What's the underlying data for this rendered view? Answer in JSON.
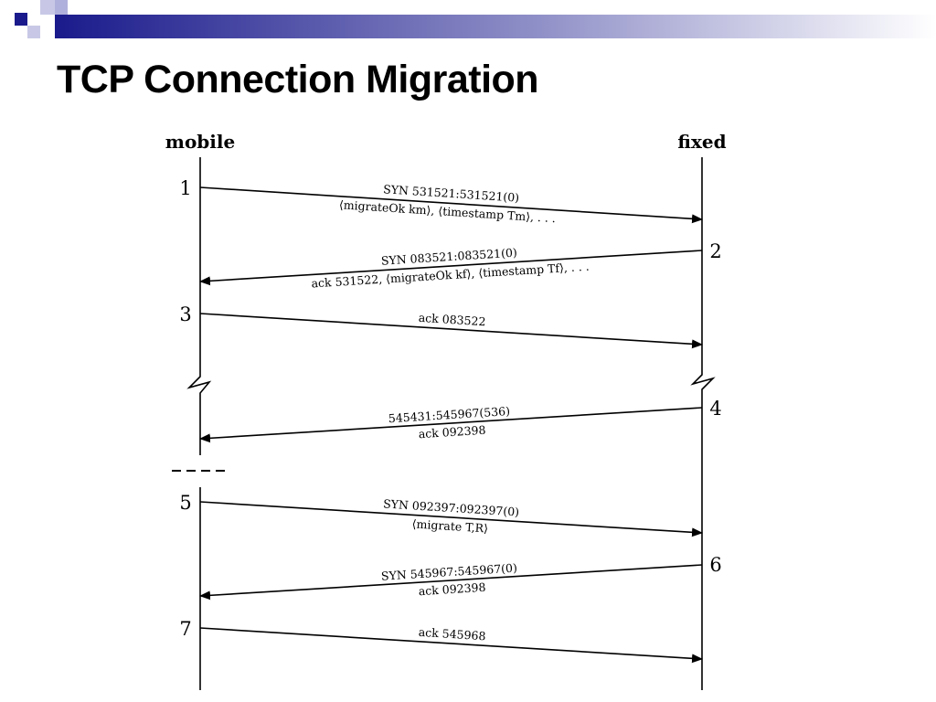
{
  "slide": {
    "title": "TCP Connection Migration"
  },
  "colors": {
    "band_dark": "#1a1a8c",
    "band_mid": "#8080c0",
    "band_light": "#c8c8e6",
    "line": "#000000"
  },
  "diagram": {
    "endpoints": {
      "left": "mobile",
      "right": "fixed"
    },
    "steps": [
      "1",
      "2",
      "3",
      "4",
      "5",
      "6",
      "7"
    ],
    "messages": [
      {
        "id": "m1",
        "line1": "SYN 531521:531521(0)",
        "line2": "⟨migrateOk km⟩, ⟨timestamp Tm⟩, . . ."
      },
      {
        "id": "m2",
        "line1": "SYN 083521:083521(0)",
        "line2": "ack 531522, ⟨migrateOk kf⟩, ⟨timestamp Tf⟩, . . ."
      },
      {
        "id": "m3",
        "line1": "ack 083522"
      },
      {
        "id": "m4",
        "line1": "545431:545967(536)",
        "line2": "ack 092398"
      },
      {
        "id": "m5",
        "line1": "SYN 092397:092397(0)",
        "line2": "⟨migrate T,R⟩"
      },
      {
        "id": "m6",
        "line1": "SYN 545967:545967(0)",
        "line2": "ack 092398"
      },
      {
        "id": "m7",
        "line1": "ack 545968"
      }
    ]
  }
}
